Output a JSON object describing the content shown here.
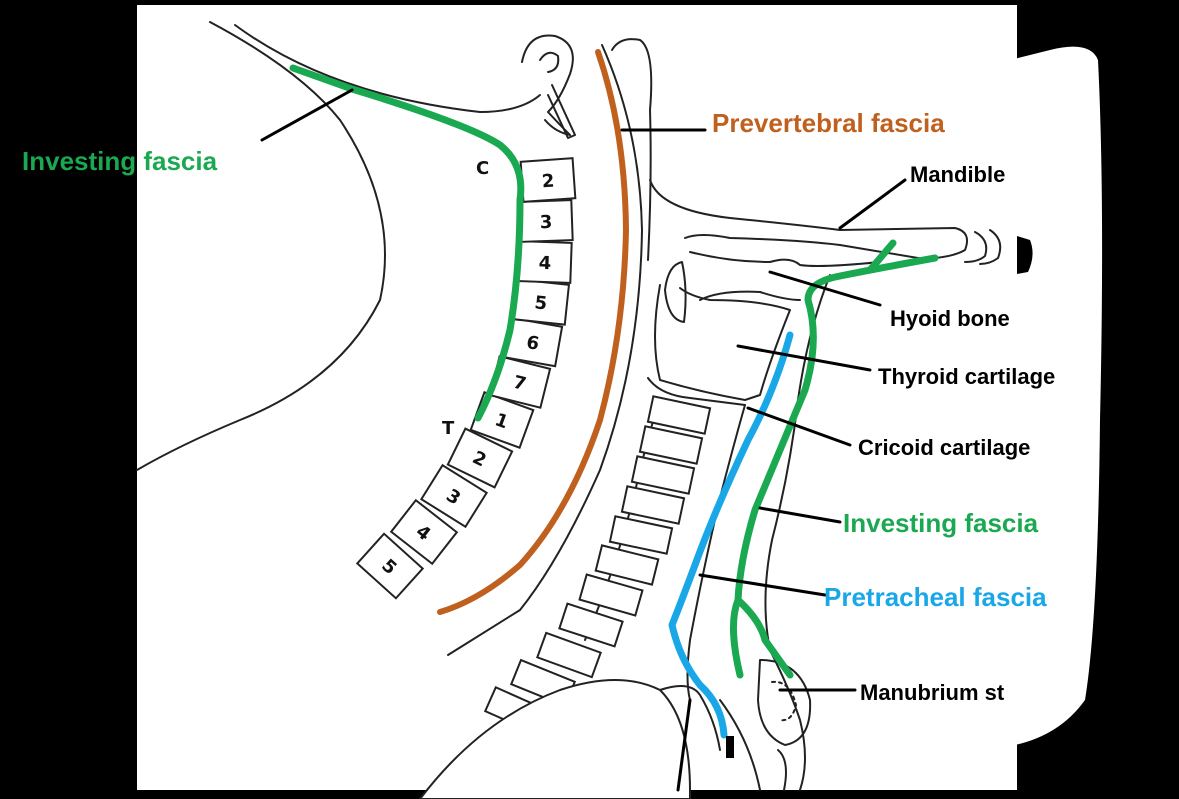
{
  "colors": {
    "investing": "#1aa851",
    "prevertebral": "#c0601e",
    "pretracheal": "#1aa7e8",
    "outline": "#222222",
    "leader": "#000000",
    "label_black": "#000000",
    "background": "#000000",
    "paper": "#ffffff"
  },
  "labels": {
    "investing_fascia_left": "Investing fascia",
    "prevertebral_fascia": "Prevertebral fascia",
    "mandible": "Mandible",
    "hyoid_bone": "Hyoid bone",
    "thyroid_cartilage": "Thyroid cartilage",
    "cricoid_cartilage": "Cricoid cartilage",
    "investing_fascia_right": "Investing fascia",
    "pretracheal_fascia": "Pretracheal fascia",
    "manubrium": "Manubrium st"
  },
  "vertebrae": {
    "cervical_marker": "C",
    "thoracic_marker": "T",
    "cervical": [
      "2",
      "3",
      "4",
      "5",
      "6",
      "7"
    ],
    "thoracic": [
      "1",
      "2",
      "3",
      "4",
      "5"
    ]
  }
}
